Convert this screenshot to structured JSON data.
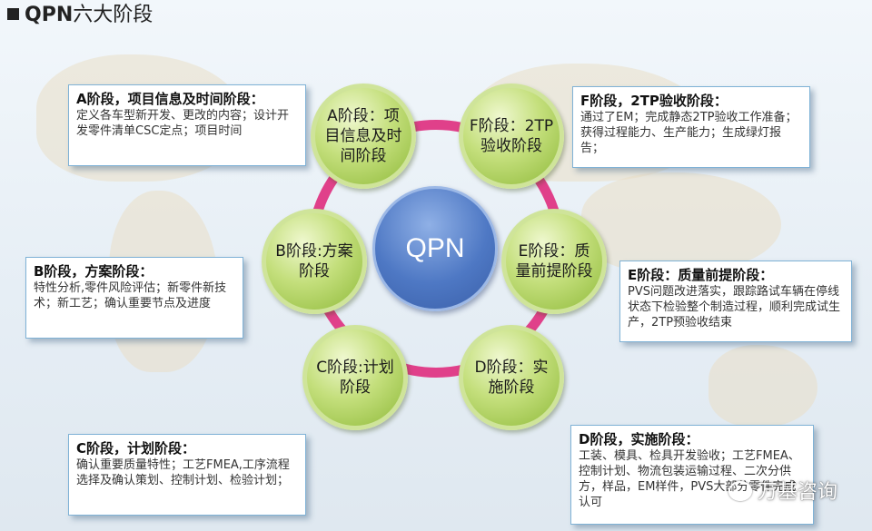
{
  "title": {
    "prefix": "QPN",
    "suffix": "六大阶段"
  },
  "center_label": "QPN",
  "circles": {
    "a": "A阶段：项目信息及时间阶段",
    "f": "F阶段：2TP验收阶段",
    "e": "E阶段：质量前提阶段",
    "d": "D阶段：实施阶段",
    "c": "C阶段:计划阶段",
    "b": "B阶段:方案阶段"
  },
  "boxes": {
    "a": {
      "head": "A阶段，项目信息及时间阶段：",
      "body": "定义各车型新开发、更改的内容；设计开发零件清单CSC定点；项目时间"
    },
    "b": {
      "head": "B阶段，方案阶段：",
      "body": "特性分析,零件风险评估；新零件新技术；新工艺；确认重要节点及进度"
    },
    "c": {
      "head": "C阶段，计划阶段：",
      "body": "确认重要质量特性；工艺FMEA,工序流程选择及确认策划、控制计划、检验计划；"
    },
    "f": {
      "head": "F阶段，2TP验收阶段：",
      "body": "通过了EM；完成静态2TP验收工作准备；获得过程能力、生产能力；生成绿灯报告；"
    },
    "e": {
      "head": "E阶段：质量前提阶段：",
      "body": "PVS问题改进落实，跟踪路试车辆在停线状态下检验整个制造过程，顺利完成试生产，2TP预验收结束"
    },
    "d": {
      "head": "D阶段，实施阶段：",
      "body": "工装、模具、检具开发验收；工艺FMEA、控制计划、物流包装运输过程、二次分供方，样品，EM样件，PVS大部分零件完成认可"
    }
  },
  "watermark": "万基咨询",
  "colors": {
    "ring": "#e0408a",
    "center": "#4e78c4",
    "circle": "#a9cd55",
    "box_border": "#7fb2d6"
  }
}
